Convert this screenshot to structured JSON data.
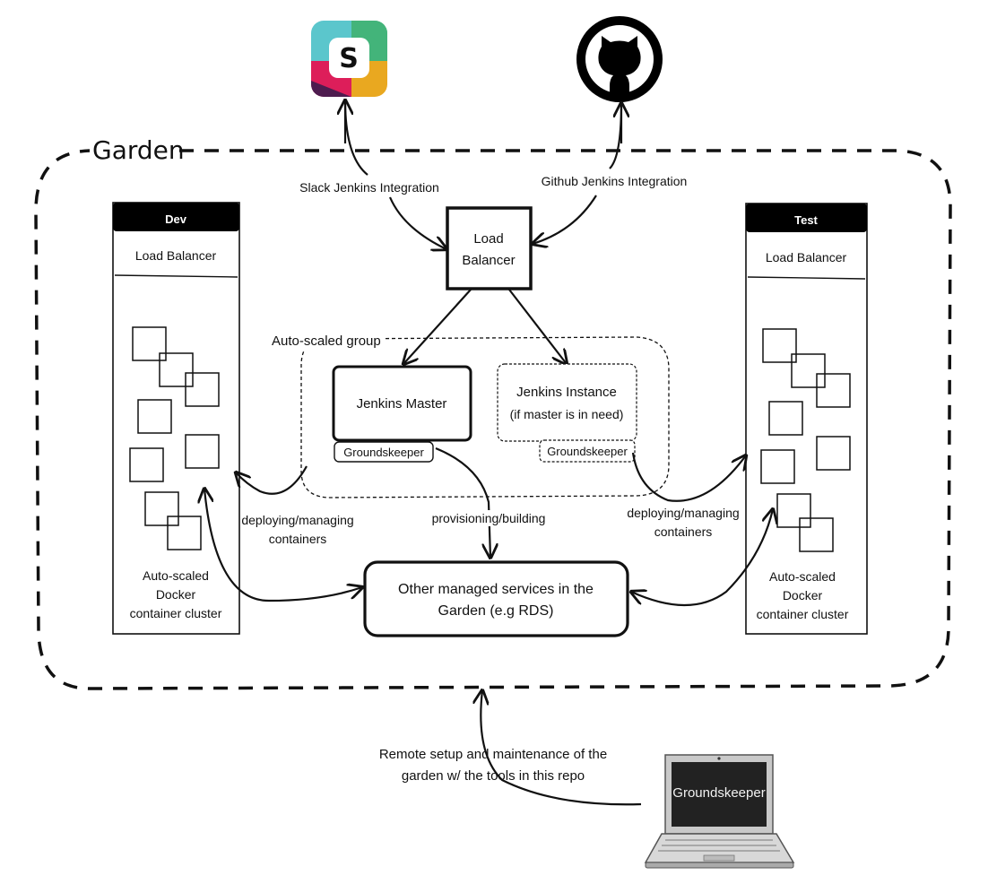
{
  "garden": {
    "title": "Garden"
  },
  "integrations": {
    "slack_label": "Slack Jenkins Integration",
    "github_label": "Github Jenkins Integration",
    "slack_icon": "slack-icon",
    "github_icon": "github-icon"
  },
  "central_lb": {
    "line1": "Load",
    "line2": "Balancer"
  },
  "autoscaled_group": {
    "title": "Auto-scaled group"
  },
  "jenkins_master": {
    "label": "Jenkins Master",
    "tag": "Groundskeeper"
  },
  "jenkins_instance": {
    "line1": "Jenkins Instance",
    "line2": "(if master is in need)",
    "tag": "Groundskeeper"
  },
  "dev": {
    "header": "Dev",
    "lb": "Load Balancer",
    "cluster_line1": "Auto-scaled",
    "cluster_line2": "Docker",
    "cluster_line3": "container cluster"
  },
  "test": {
    "header": "Test",
    "lb": "Load Balancer",
    "cluster_line1": "Auto-scaled",
    "cluster_line2": "Docker",
    "cluster_line3": "container cluster"
  },
  "edges": {
    "deploy_left_1": "deploying/managing",
    "deploy_left_2": "containers",
    "deploy_right_1": "deploying/managing",
    "deploy_right_2": "containers",
    "provisioning": "provisioning/building"
  },
  "other_services": {
    "line1": "Other managed services in the",
    "line2": "Garden (e.g RDS)"
  },
  "remote": {
    "line1": "Remote setup and maintenance of the",
    "line2": "garden w/ the tools in this repo"
  },
  "laptop": {
    "label": "Groundskeeper"
  },
  "colors": {
    "slack_teal": "#5bc6cc",
    "slack_green": "#43b47a",
    "slack_yellow": "#e9a820",
    "slack_pink": "#dd1e5a",
    "slack_purple": "#4e1c4f"
  }
}
